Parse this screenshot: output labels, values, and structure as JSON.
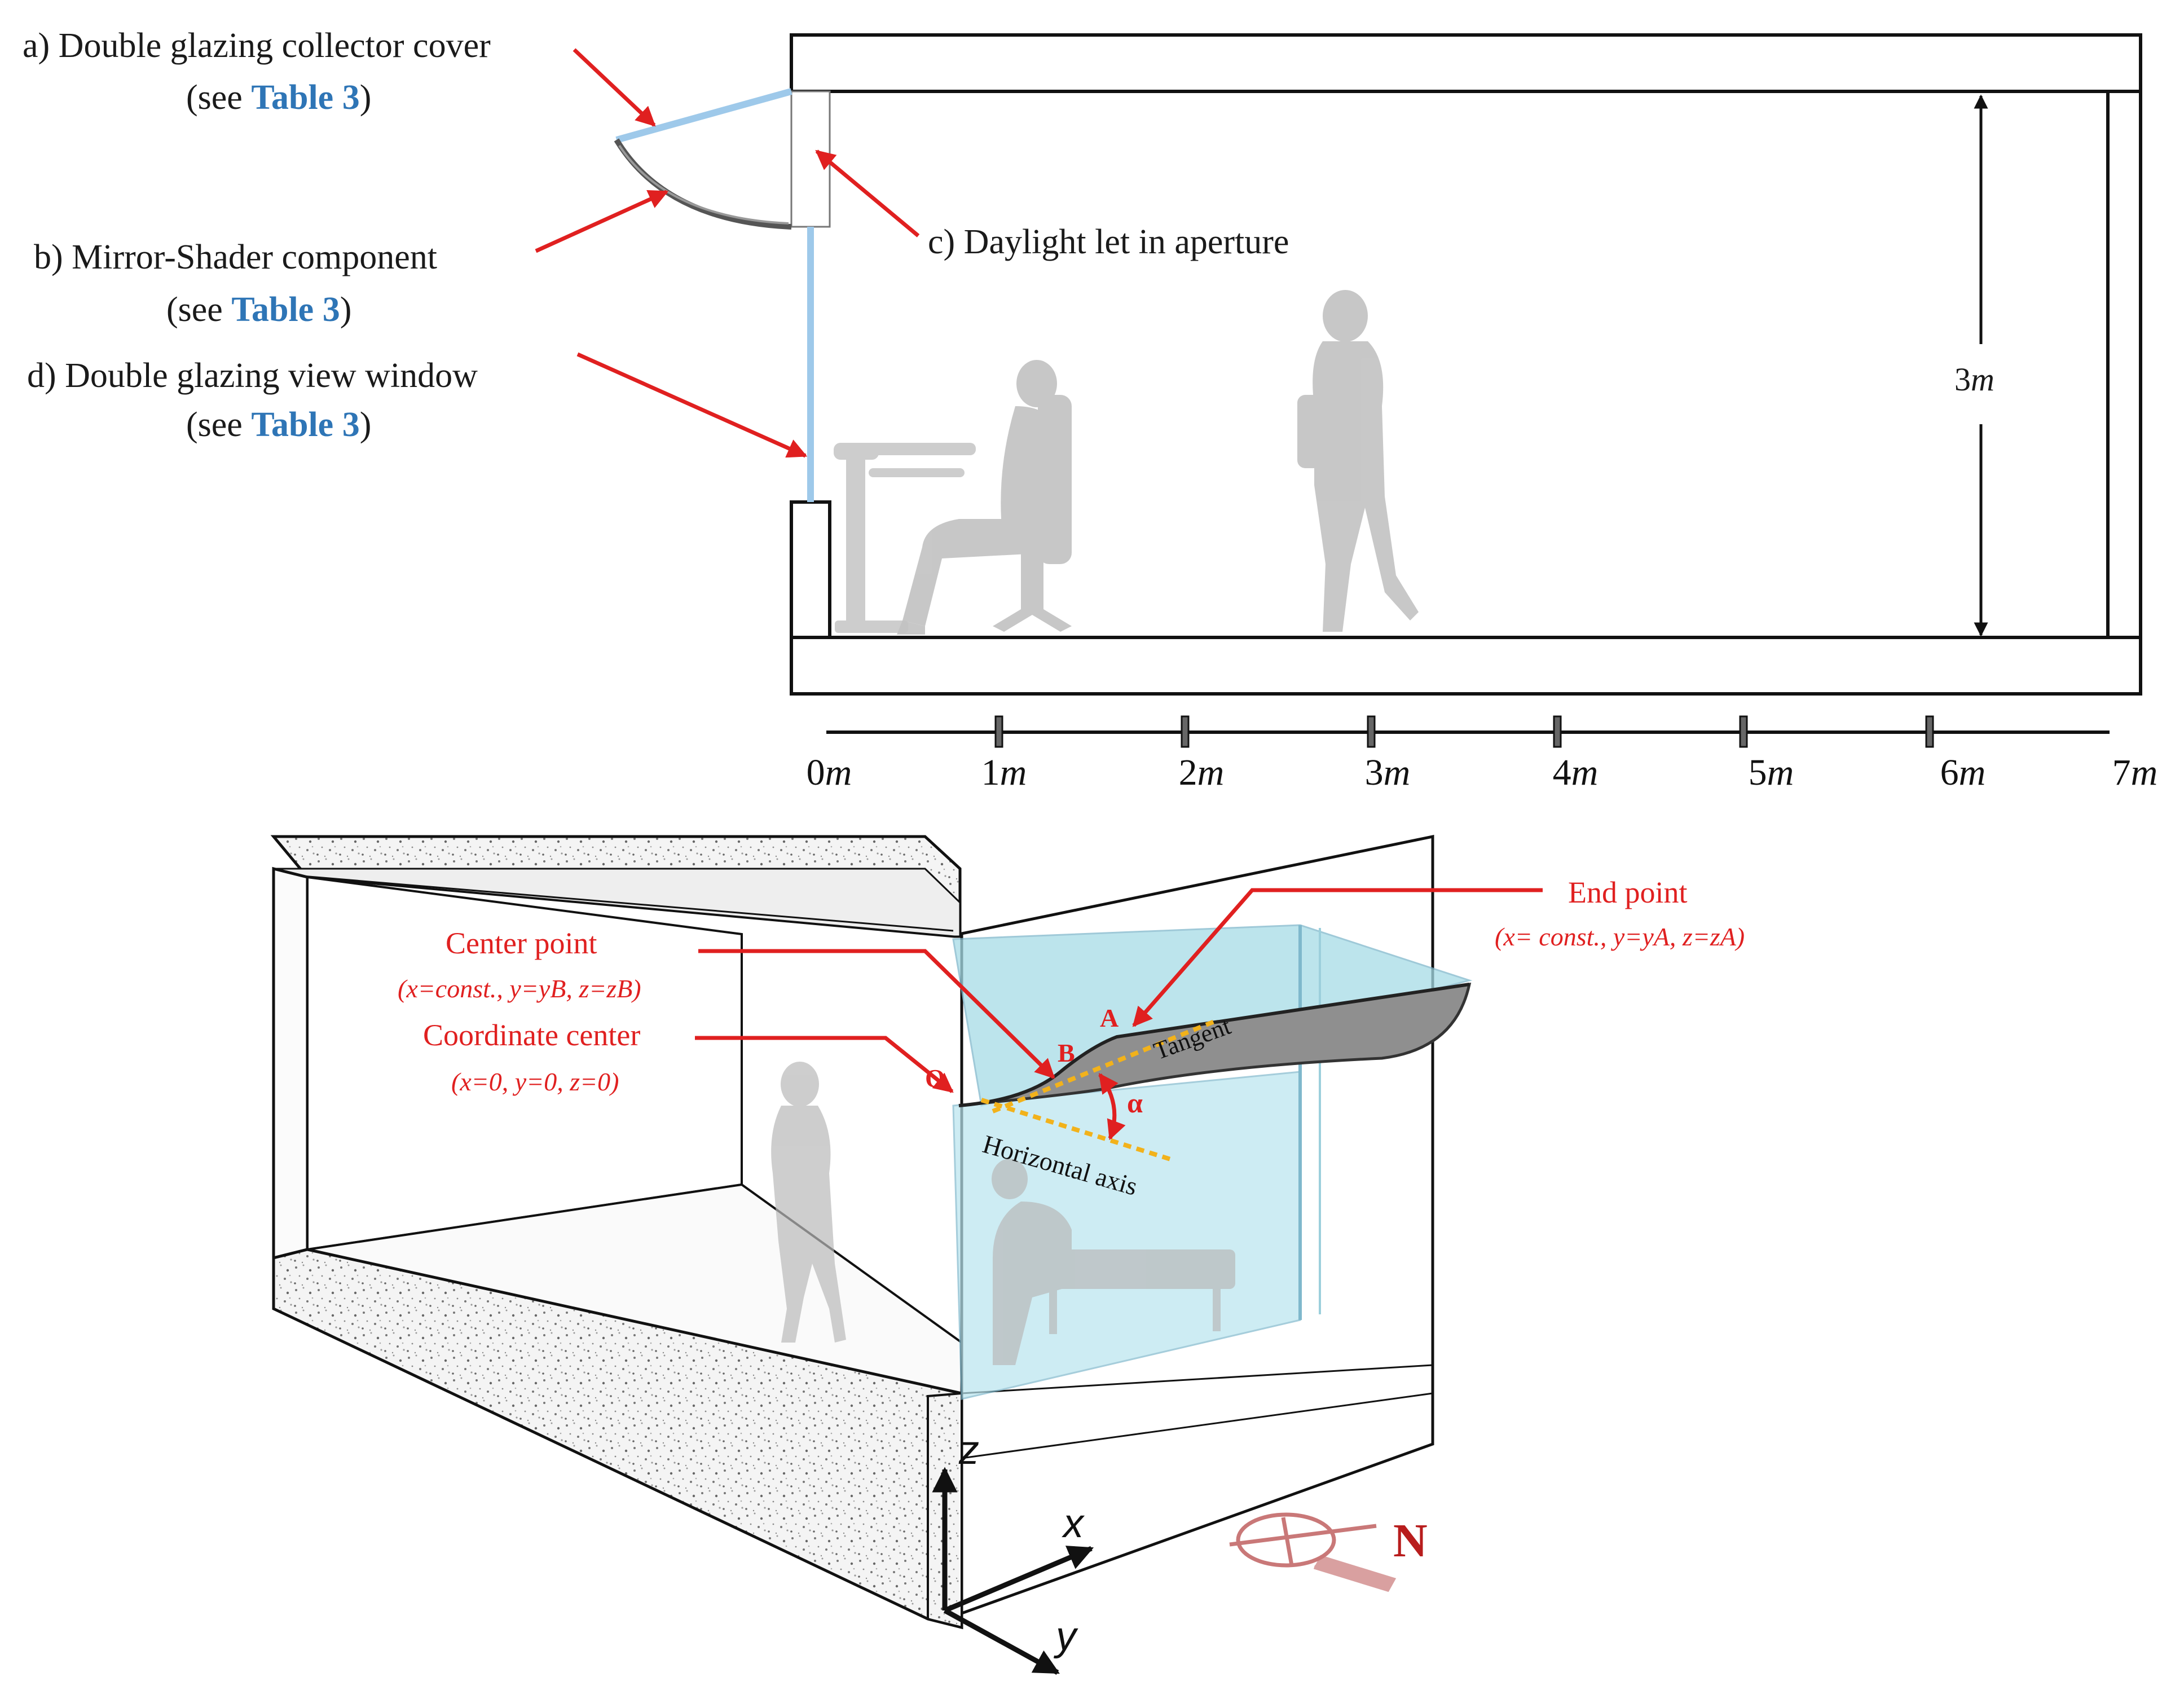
{
  "colors": {
    "red_arrow": "#e02020",
    "table_link": "#2e75b6",
    "glass_edge": "#9ec9ea",
    "glass_fill": "#a6dbe6",
    "tangent_dashed": "#f2b21b",
    "silhouette": "#c2c2c2",
    "mirror": "#8f8f8f",
    "compass": "#c97878"
  },
  "section": {
    "label_a": {
      "text": "a) Double glazing collector cover",
      "see": "(see ",
      "ref": "Table 3",
      "close": ")"
    },
    "label_b": {
      "text": "b) Mirror-Shader component",
      "see": "(see ",
      "ref": "Table 3",
      "close": ")"
    },
    "label_c": {
      "text": "c) Daylight let in aperture"
    },
    "label_d": {
      "text": "d) Double glazing view window",
      "see": "(see ",
      "ref": "Table 3",
      "close": ")"
    },
    "height_dim": {
      "num": "3",
      "unit": "m"
    },
    "scale": [
      {
        "num": "0",
        "unit": "m"
      },
      {
        "num": "1",
        "unit": "m"
      },
      {
        "num": "2",
        "unit": "m"
      },
      {
        "num": "3",
        "unit": "m"
      },
      {
        "num": "4",
        "unit": "m"
      },
      {
        "num": "5",
        "unit": "m"
      },
      {
        "num": "6",
        "unit": "m"
      },
      {
        "num": "7",
        "unit": "m"
      }
    ]
  },
  "perspective": {
    "end_point": {
      "title": "End point",
      "coords": "(x= const., y=yA, z=zA)"
    },
    "center_point": {
      "title": "Center point",
      "coords": "(x=const., y=yB, z=zB)"
    },
    "coordinate_center": {
      "title": "Coordinate center",
      "coords": "(x=0, y=0, z=0)"
    },
    "point_labels": {
      "A": "A",
      "B": "B",
      "O": "O"
    },
    "tangent": "Tangent",
    "horizontal_axis": "Horizontal axis",
    "angle": "α",
    "axes": {
      "z": "z",
      "x": "x",
      "y": "y"
    },
    "north": "N"
  }
}
